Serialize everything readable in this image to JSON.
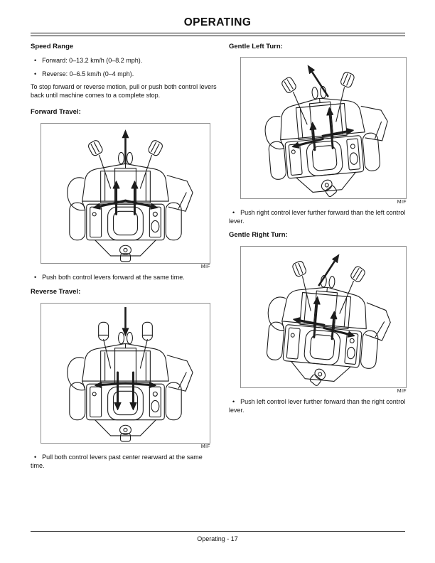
{
  "glyphs": {
    "bullet": "•"
  },
  "header": {
    "title": "OPERATING"
  },
  "footer": {
    "text": "Operating - 17"
  },
  "left_column": {
    "speed_range": {
      "heading": "Speed Range",
      "bullets": [
        "Forward: 0–13.2 km/h (0–8.2 mph).",
        "Reverse: 0–6.5 km/h (0–4 mph)."
      ],
      "paragraph": "To stop forward or reverse motion, pull or push both control levers back until machine comes to a complete stop."
    },
    "forward_travel": {
      "heading": "Forward Travel:",
      "variant": "forward",
      "figure_label": "MIF",
      "bullet": "Push both control levers forward at the same time."
    },
    "reverse_travel": {
      "heading": "Reverse Travel:",
      "variant": "reverse",
      "figure_label": "MIF",
      "bullet": "Pull both control levers past center rearward at the same time."
    }
  },
  "right_column": {
    "gentle_left_turn": {
      "heading": "Gentle Left Turn:",
      "variant": "left-turn",
      "figure_label": "MIF",
      "bullet": "Push right control lever further forward than the left control lever."
    },
    "gentle_right_turn": {
      "heading": "Gentle Right Turn:",
      "variant": "right-turn",
      "figure_label": "MIF",
      "bullet": "Push left control lever further forward than the right control lever."
    }
  },
  "colors": {
    "ink": "#1c1c1c",
    "figure_border": "#8f8f8f"
  }
}
